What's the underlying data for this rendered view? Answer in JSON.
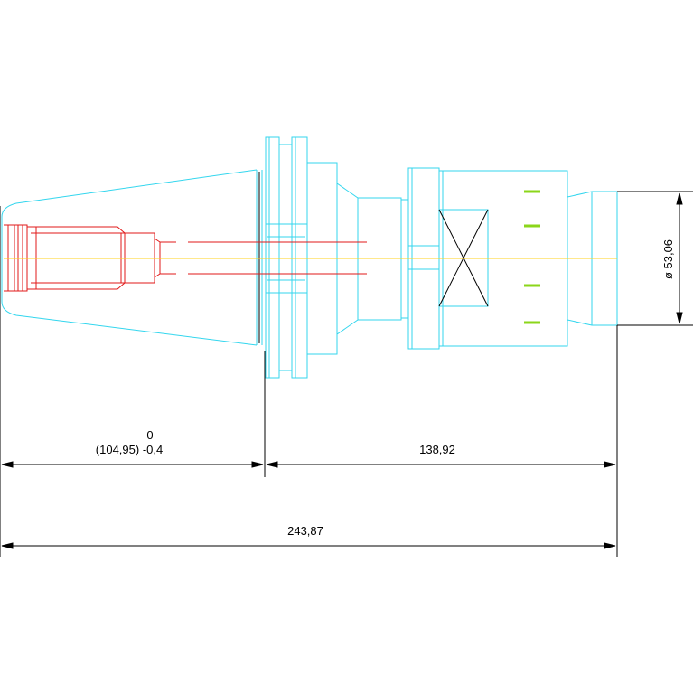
{
  "colors": {
    "outline": "#33d6ee",
    "red_part": "#e11a1a",
    "centerline": "#ffd21a",
    "marks": "#8bd61a",
    "dimension": "#000000",
    "background": "#ffffff"
  },
  "dimensions": {
    "taper_upper": "0",
    "taper_lower": "(104,95) -0,4",
    "right_length": "138,92",
    "total_length": "243,87",
    "diameter": "ø 53,06"
  }
}
